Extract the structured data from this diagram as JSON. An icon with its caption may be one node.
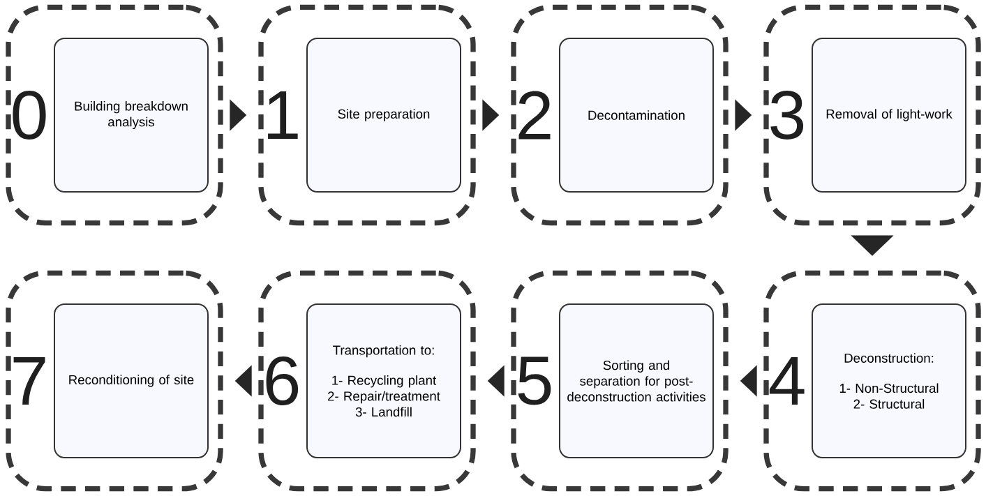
{
  "diagram": {
    "nodes": [
      {
        "text": [
          "0"
        ]
      },
      {
        "text": [
          "Building breakdown analysis"
        ],
        "in": 0
      },
      {
        "text": [
          "1"
        ]
      },
      {
        "text": [
          "Site preparation"
        ],
        "in": 2
      },
      {
        "text": [
          "2"
        ]
      },
      {
        "text": [
          "Decontamination"
        ],
        "in": 4
      },
      {
        "text": [
          "3"
        ]
      },
      {
        "text": [
          "Removal of light-work"
        ],
        "in": 6
      },
      {
        "text": [
          "4"
        ]
      },
      {
        "text": [
          "Deconstruction:",
          "1- Non-Structural",
          "2- Structural"
        ],
        "in": 8
      },
      {
        "text": [
          "5"
        ]
      },
      {
        "text": [
          "Sorting and separation for post-deconstruction activities"
        ],
        "in": 10
      },
      {
        "text": [
          "6"
        ]
      },
      {
        "text": [
          "Transportation to:",
          "1- Recycling plant",
          "2- Repair/treatment",
          "3- Landfill"
        ],
        "in": 12
      },
      {
        "text": [
          "7"
        ]
      },
      {
        "text": [
          "Reconditioning of site"
        ],
        "in": 14
      }
    ],
    "edges": [
      {
        "from": 0,
        "to": 2,
        "arrow": "to"
      },
      {
        "from": 2,
        "to": 4,
        "arrow": "to"
      },
      {
        "from": 4,
        "to": 6,
        "arrow": "to"
      },
      {
        "from": 6,
        "to": 8,
        "arrow": "to"
      },
      {
        "from": 8,
        "to": 10,
        "arrow": "to"
      },
      {
        "from": 10,
        "to": 12,
        "arrow": "to"
      },
      {
        "from": 12,
        "to": 14,
        "arrow": "to"
      }
    ]
  }
}
